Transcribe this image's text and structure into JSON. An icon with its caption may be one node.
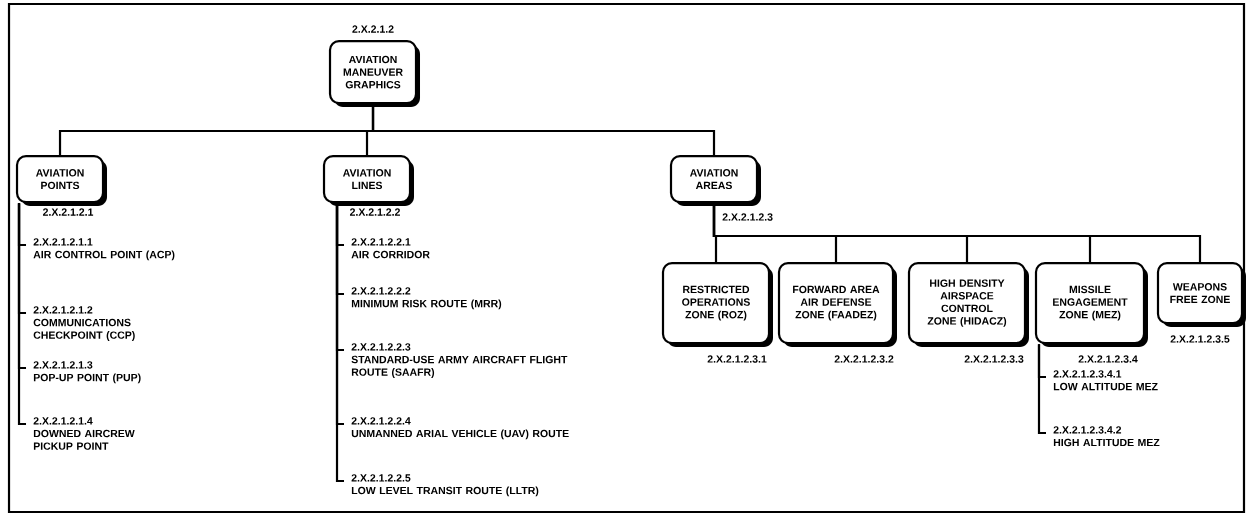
{
  "diagram": {
    "nodes": [
      {
        "text": [
          "AVIATION MANEUVER GRAPHICS"
        ],
        "beside": [
          "2.X.2.1.2"
        ]
      },
      {
        "text": [
          "AVIATION POINTS"
        ],
        "beside": [
          "2.X.2.1.2.1"
        ]
      },
      {
        "text": [
          "AVIATION LINES"
        ],
        "beside": [
          "2.X.2.1.2.2"
        ]
      },
      {
        "text": [
          "AVIATION AREAS"
        ],
        "beside": [
          "2.X.2.1.2.3"
        ]
      },
      {
        "text": [
          "RESTRICTED OPERATIONS ZONE (ROZ)"
        ],
        "beside": [
          "2.X.2.1.2.3.1"
        ]
      },
      {
        "text": [
          "FORWARD AREA AIR DEFENSE ZONE (FAADEZ)"
        ],
        "beside": [
          "2.X.2.1.2.3.2"
        ]
      },
      {
        "text": [
          "HIGH DENSITY AIRSPACE CONTROL ZONE (HIDACZ)"
        ],
        "beside": [
          "2.X.2.1.2.3.3"
        ]
      },
      {
        "text": [
          "MISSILE ENGAGEMENT ZONE (MEZ)"
        ],
        "beside": [
          "2.X.2.1.2.3.4"
        ]
      },
      {
        "text": [
          "WEAPONS FREE ZONE"
        ],
        "beside": [
          "2.X.2.1.2.3.5"
        ]
      },
      {
        "text": [
          "2.X.2.1.2.1.1",
          "AIR CONTROL POINT (ACP)"
        ]
      },
      {
        "text": [
          "2.X.2.1.2.1.2",
          "COMMUNICATIONS CHECKPOINT (CCP)"
        ]
      },
      {
        "text": [
          "2.X.2.1.2.1.3",
          "POP-UP POINT (PUP)"
        ]
      },
      {
        "text": [
          "2.X.2.1.2.1.4",
          "DOWNED AIRCREW PICKUP POINT"
        ]
      },
      {
        "text": [
          "2.X.2.1.2.2.1",
          "AIR CORRIDOR"
        ]
      },
      {
        "text": [
          "2.X.2.1.2.2.2",
          "MINIMUM RISK ROUTE (MRR)"
        ]
      },
      {
        "text": [
          "2.X.2.1.2.2.3",
          "STANDARD-USE ARMY AIRCRAFT FLIGHT ROUTE (SAAFR)"
        ]
      },
      {
        "text": [
          "2.X.2.1.2.2.4",
          "UNMANNED ARIAL VEHICLE (UAV) ROUTE"
        ]
      },
      {
        "text": [
          "2.X.2.1.2.2.5",
          "LOW LEVEL TRANSIT ROUTE (LLTR)"
        ]
      },
      {
        "text": [
          "2.X.2.1.2.3.4.1",
          "LOW ALTITUDE MEZ"
        ]
      },
      {
        "text": [
          "2.X.2.1.2.3.4.2",
          "HIGH ALTITUDE MEZ"
        ]
      }
    ],
    "edges": [
      {
        "from": 0,
        "to": 1,
        "arrow": "none"
      },
      {
        "from": 0,
        "to": 2,
        "arrow": "none"
      },
      {
        "from": 0,
        "to": 3,
        "arrow": "none"
      },
      {
        "from": 1,
        "to": 9,
        "arrow": "none"
      },
      {
        "from": 1,
        "to": 10,
        "arrow": "none"
      },
      {
        "from": 1,
        "to": 11,
        "arrow": "none"
      },
      {
        "from": 1,
        "to": 12,
        "arrow": "none"
      },
      {
        "from": 2,
        "to": 13,
        "arrow": "none"
      },
      {
        "from": 2,
        "to": 14,
        "arrow": "none"
      },
      {
        "from": 2,
        "to": 15,
        "arrow": "none"
      },
      {
        "from": 2,
        "to": 16,
        "arrow": "none"
      },
      {
        "from": 2,
        "to": 17,
        "arrow": "none"
      },
      {
        "from": 3,
        "to": 4,
        "arrow": "none"
      },
      {
        "from": 3,
        "to": 5,
        "arrow": "none"
      },
      {
        "from": 3,
        "to": 6,
        "arrow": "none"
      },
      {
        "from": 3,
        "to": 7,
        "arrow": "none"
      },
      {
        "from": 3,
        "to": 8,
        "arrow": "none"
      },
      {
        "from": 7,
        "to": 18,
        "arrow": "none"
      },
      {
        "from": 7,
        "to": 19,
        "arrow": "none"
      }
    ]
  }
}
